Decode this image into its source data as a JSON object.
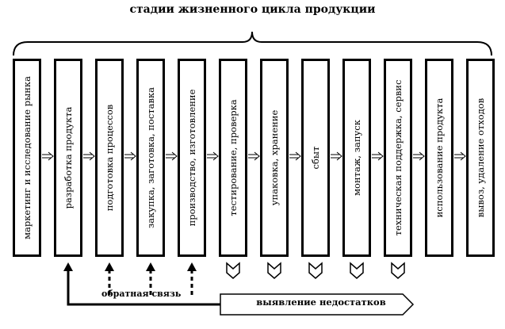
{
  "title": "стадии жизненного цикла продукции",
  "stages": [
    "маркетинг и исследование рынка",
    "разработка продукта",
    "подготовка процессов",
    "закупка, заготовка, поставка",
    "производство, изготовление",
    "тестирование, проверка",
    "упаковка, хранение",
    "сбыт",
    "монтаж, запуск",
    "техническая поддержка, сервис",
    "использование продукта",
    "вывоз, удаление отходов"
  ],
  "feedback_label": "обратная связь",
  "defects_label": "выявление недостатков"
}
